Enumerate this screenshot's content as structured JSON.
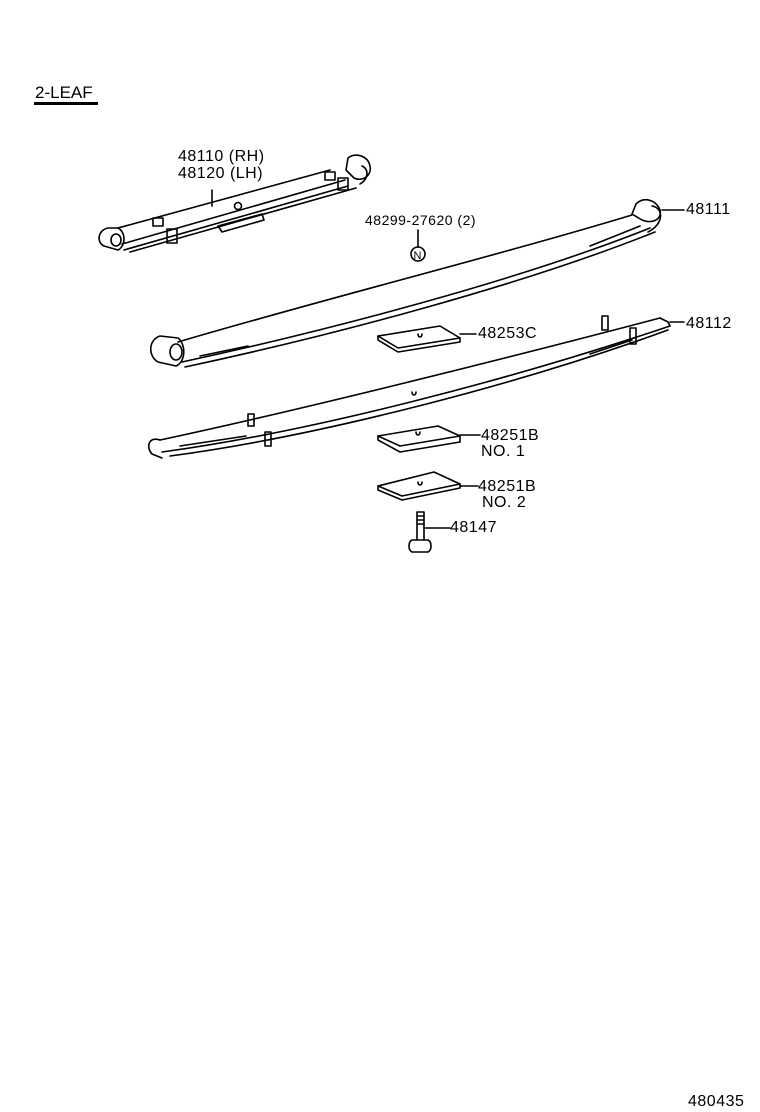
{
  "diagram": {
    "title": "2-LEAF",
    "parts": [
      {
        "id": "48110",
        "label": "48110 (RH)"
      },
      {
        "id": "48120",
        "label": "48120 (LH)"
      },
      {
        "id": "48299-27620",
        "label": "48299-27620 (2)",
        "marker": "N"
      },
      {
        "id": "48111",
        "label": "48111"
      },
      {
        "id": "48253C",
        "label": "48253C"
      },
      {
        "id": "48112",
        "label": "48112"
      },
      {
        "id": "48251B-1",
        "label": "48251B",
        "sub": "NO. 1"
      },
      {
        "id": "48251B-2",
        "label": "48251B",
        "sub": "NO. 2"
      },
      {
        "id": "48147",
        "label": "48147"
      }
    ],
    "figure_code": "480435",
    "colors": {
      "ink": "#000000",
      "paper": "#ffffff"
    }
  }
}
